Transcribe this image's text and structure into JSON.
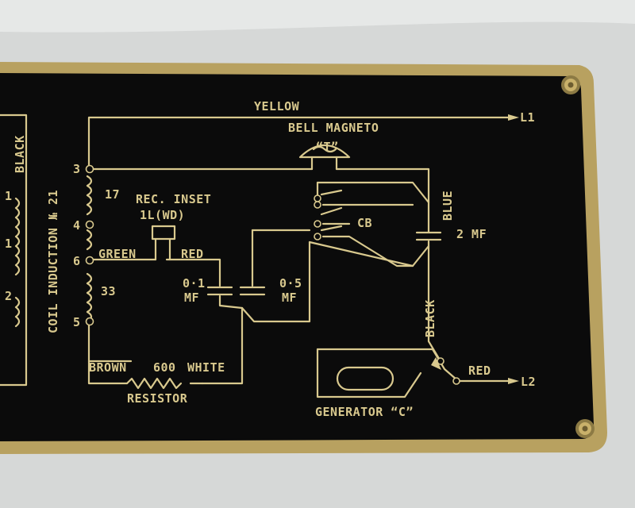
{
  "plate": {
    "colors": {
      "background": "#d6d8d7",
      "plate_frame": "#b8a160",
      "plate_face": "#0b0b0b",
      "engraving": "#d9c98e"
    }
  },
  "labels": {
    "yellow": "YELLOW",
    "l1": "L1",
    "bell_magneto": "BELL MAGNETO",
    "t_mark": "“T”",
    "rec_inset": "REC. INSET",
    "inset_code": "1L(WD)",
    "green": "GREEN",
    "red_top": "RED",
    "cb": "CB",
    "blue": "BLUE",
    "two_mf": "2 MF",
    "cap1_value": "0·1",
    "cap1_unit": "MF",
    "cap2_value": "0·5",
    "cap2_unit": "MF",
    "black_right": "BLACK",
    "black_left": "BLACK",
    "red_bottom": "RED",
    "l2": "L2",
    "brown": "BROWN",
    "six_hundred": "600",
    "white": "WHITE",
    "resistor": "RESISTOR",
    "generator": "GENERATOR “C”",
    "coil_induction": "COIL INDUCTION № 21",
    "t3": "3",
    "t17": "17",
    "t4": "4",
    "t6": "6",
    "t33": "33",
    "t5": "5",
    "left_1": "1",
    "left_1b": "1",
    "left_2": "2"
  }
}
